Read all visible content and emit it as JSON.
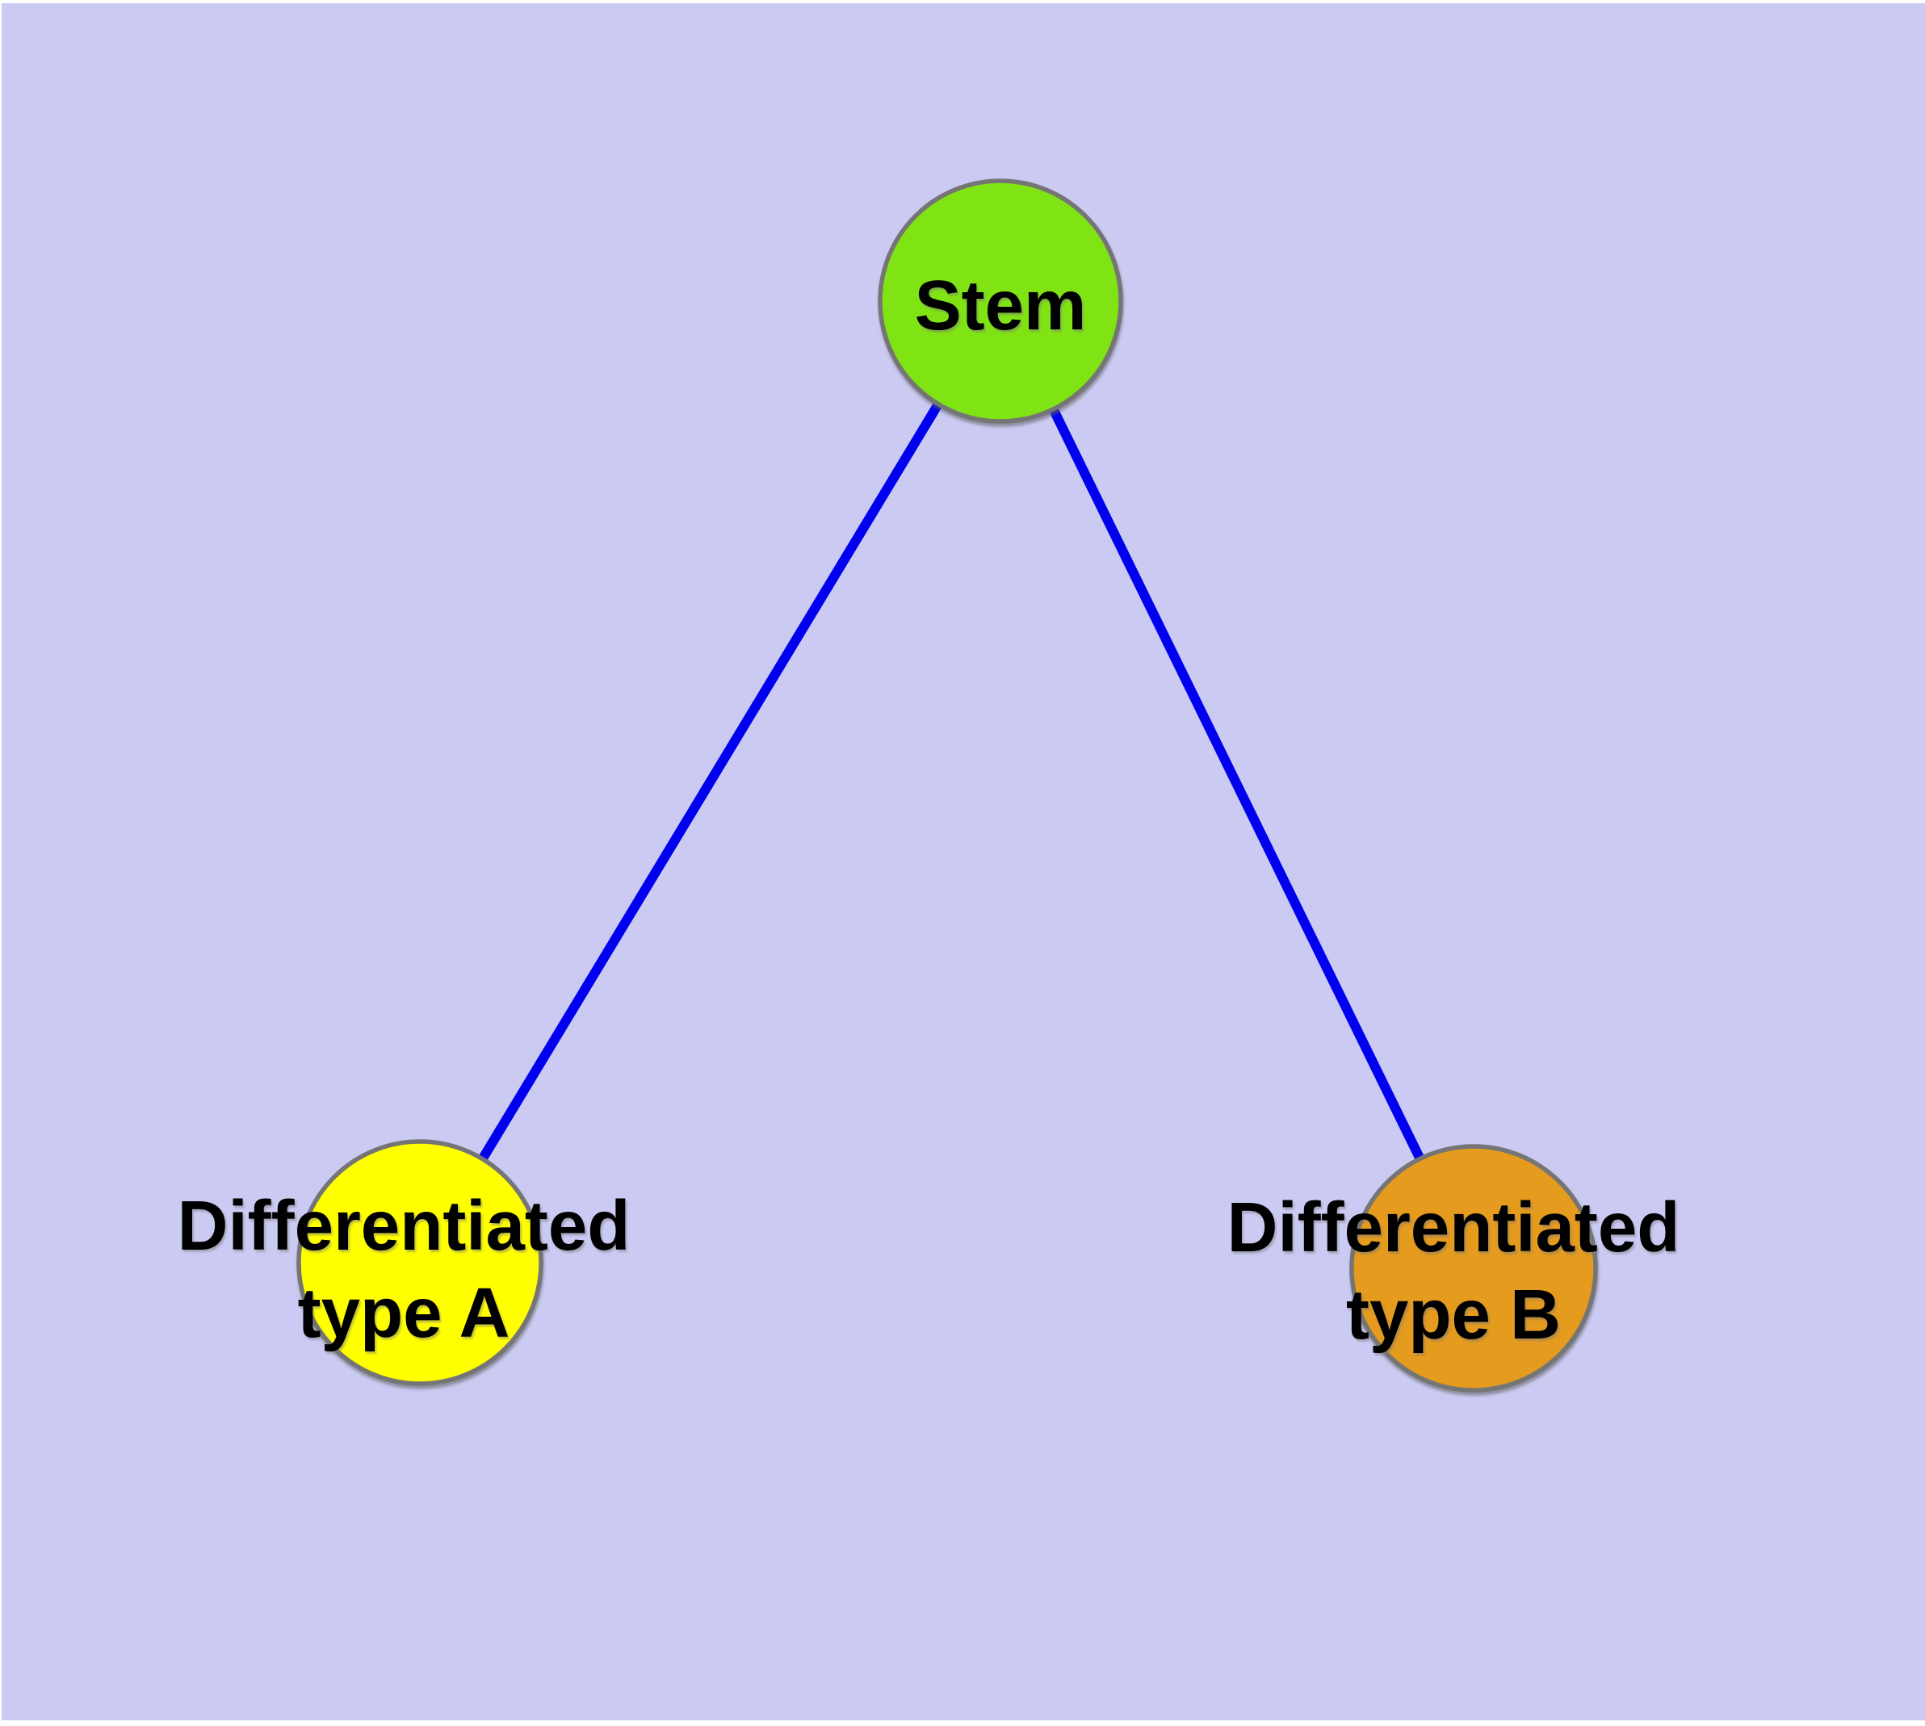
{
  "figure": {
    "type": "node-link-diagram",
    "background_color": "#cacaf2",
    "margin_color": "#ffffff",
    "edge_color": "#0000ee",
    "node_border_color": "#757575",
    "text_color": "#000000",
    "nodes": {
      "stem": {
        "label": "Stem",
        "fill": "#80e414"
      },
      "type_a": {
        "label_line1": "Differentiated",
        "label_line2": "type A",
        "fill": "#ffff00"
      },
      "type_b": {
        "label_line1": "Differentiated",
        "label_line2": "type B",
        "fill": "#e49b1e"
      }
    },
    "edges": [
      {
        "from": "Stem",
        "to": "Differentiated type A"
      },
      {
        "from": "Stem",
        "to": "Differentiated type B"
      }
    ]
  }
}
